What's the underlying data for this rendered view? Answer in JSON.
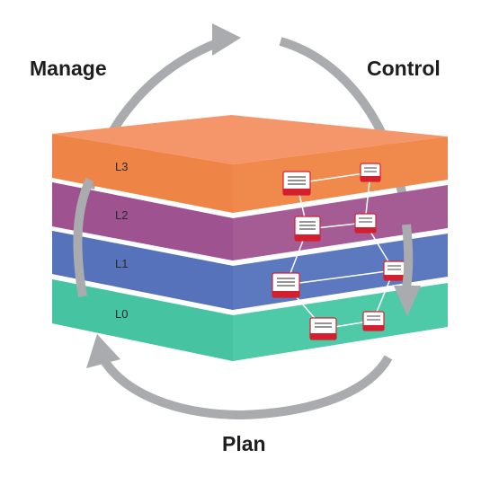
{
  "cycle": {
    "manage": "Manage",
    "control": "Control",
    "plan": "Plan"
  },
  "layers": [
    {
      "id": "L3",
      "label": "L3",
      "color": "#f28b4f",
      "side_color": "#ec7a3c"
    },
    {
      "id": "L2",
      "label": "L2",
      "color": "#a45a92",
      "side_color": "#a0528c"
    },
    {
      "id": "L1",
      "label": "L1",
      "color": "#5b78bf",
      "side_color": "#5470b9"
    },
    {
      "id": "L0",
      "label": "L0",
      "color": "#4ec9a8",
      "side_color": "#45c29f"
    }
  ],
  "colors": {
    "arrow": "#a9abae",
    "node_fill": "#ffffff",
    "node_accent": "#d4202e",
    "link": "#ffffff"
  },
  "icons": [
    "device-node-icon",
    "cycle-arrow-icon"
  ]
}
